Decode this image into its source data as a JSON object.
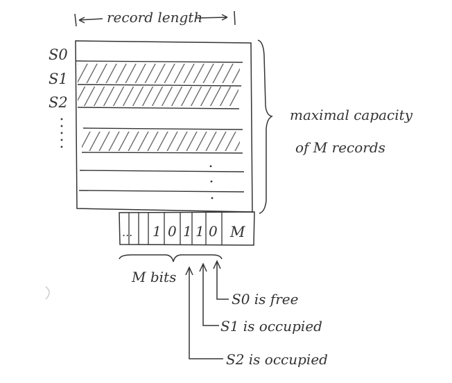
{
  "labels": {
    "record_length": "record length",
    "slots": [
      "S0",
      "S1",
      "S2"
    ],
    "capacity_line1": "maximal capacity",
    "capacity_line2": "of M records",
    "bitmap_bits": [
      "...",
      "1",
      "0",
      "1",
      "1",
      "0"
    ],
    "bitmap_count": "M",
    "m_bits": "M bits",
    "ann_s0": "S0 is free",
    "ann_s1": "S1 is occupied",
    "ann_s2": "S2 is occupied"
  },
  "colors": {
    "ink": "#333333",
    "hatch": "#555555"
  }
}
